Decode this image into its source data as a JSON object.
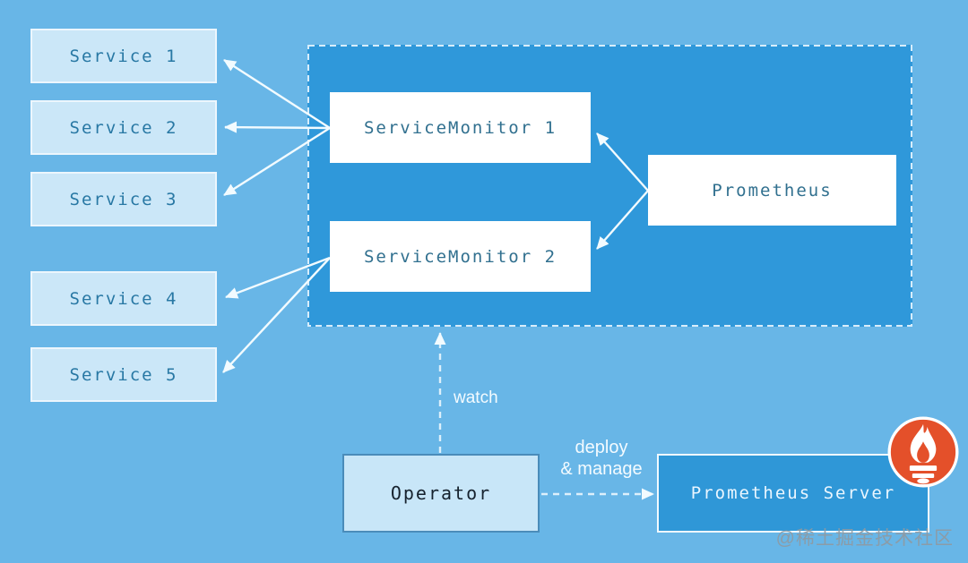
{
  "services": [
    {
      "label": "Service 1"
    },
    {
      "label": "Service 2"
    },
    {
      "label": "Service 3"
    },
    {
      "label": "Service 4"
    },
    {
      "label": "Service 5"
    }
  ],
  "cluster": {
    "service_monitors": [
      {
        "label": "ServiceMonitor 1"
      },
      {
        "label": "ServiceMonitor 2"
      }
    ],
    "prometheus": {
      "label": "Prometheus"
    }
  },
  "operator": {
    "label": "Operator"
  },
  "prometheus_server": {
    "label": "Prometheus Server"
  },
  "edge_labels": {
    "watch": "watch",
    "deploy_line1": "deploy",
    "deploy_line2": "& manage"
  },
  "icons": {
    "prometheus_logo": "prometheus-flame-icon"
  },
  "watermark": "@稀土掘金技术社区",
  "colors": {
    "background": "#68b6e7",
    "cluster_fill": "#2f98da",
    "cluster_border": "#d7edfb",
    "service_fill": "#cbe7f8",
    "service_text": "#2878a4",
    "monitor_fill": "#ffffff",
    "monitor_text": "#31708f",
    "operator_fill": "#c8e6f8",
    "operator_border": "#4a8cba",
    "operator_text": "#16222e",
    "server_fill": "#2f97d7",
    "server_text": "#eaf6ff",
    "arrow": "#f2fbff",
    "logo_red": "#e4502a"
  }
}
